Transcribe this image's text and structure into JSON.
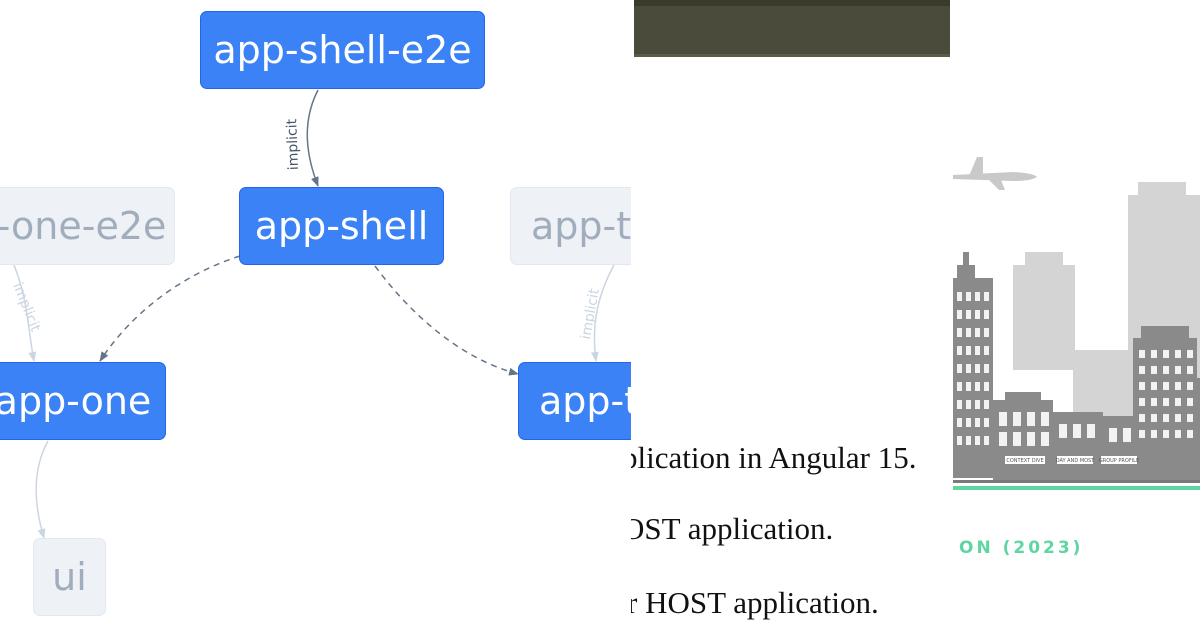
{
  "graph": {
    "nodes": {
      "shell_e2e": "app-shell-e2e",
      "shell": "app-shell",
      "one_e2e": "-one-e2e",
      "two_e2e": "app-t",
      "one": "app-one",
      "two": "app-t",
      "ui": "ui"
    },
    "edge_labels": {
      "shell_e2e_to_shell": "implicit",
      "one_e2e_to_one": "implicit",
      "two_e2e_to_two": "implicit"
    }
  },
  "article": {
    "lines": [
      "plication in Angular 15.",
      "OST application.",
      "r HOST application."
    ]
  },
  "illustration": {
    "caption": "ON (2023)",
    "signs": [
      "CONTEXT DIVE",
      "DAY AND MOST",
      "GROUP PROFILE"
    ],
    "colors": {
      "accent": "#5ed6a1",
      "building": "#8a8a8a",
      "background_building": "#d4d4d4"
    }
  },
  "colors": {
    "node_active": "#3b82f6",
    "node_dim": "#eef2f7",
    "edge": "#64748b",
    "edge_dim": "#cbd5e1"
  }
}
